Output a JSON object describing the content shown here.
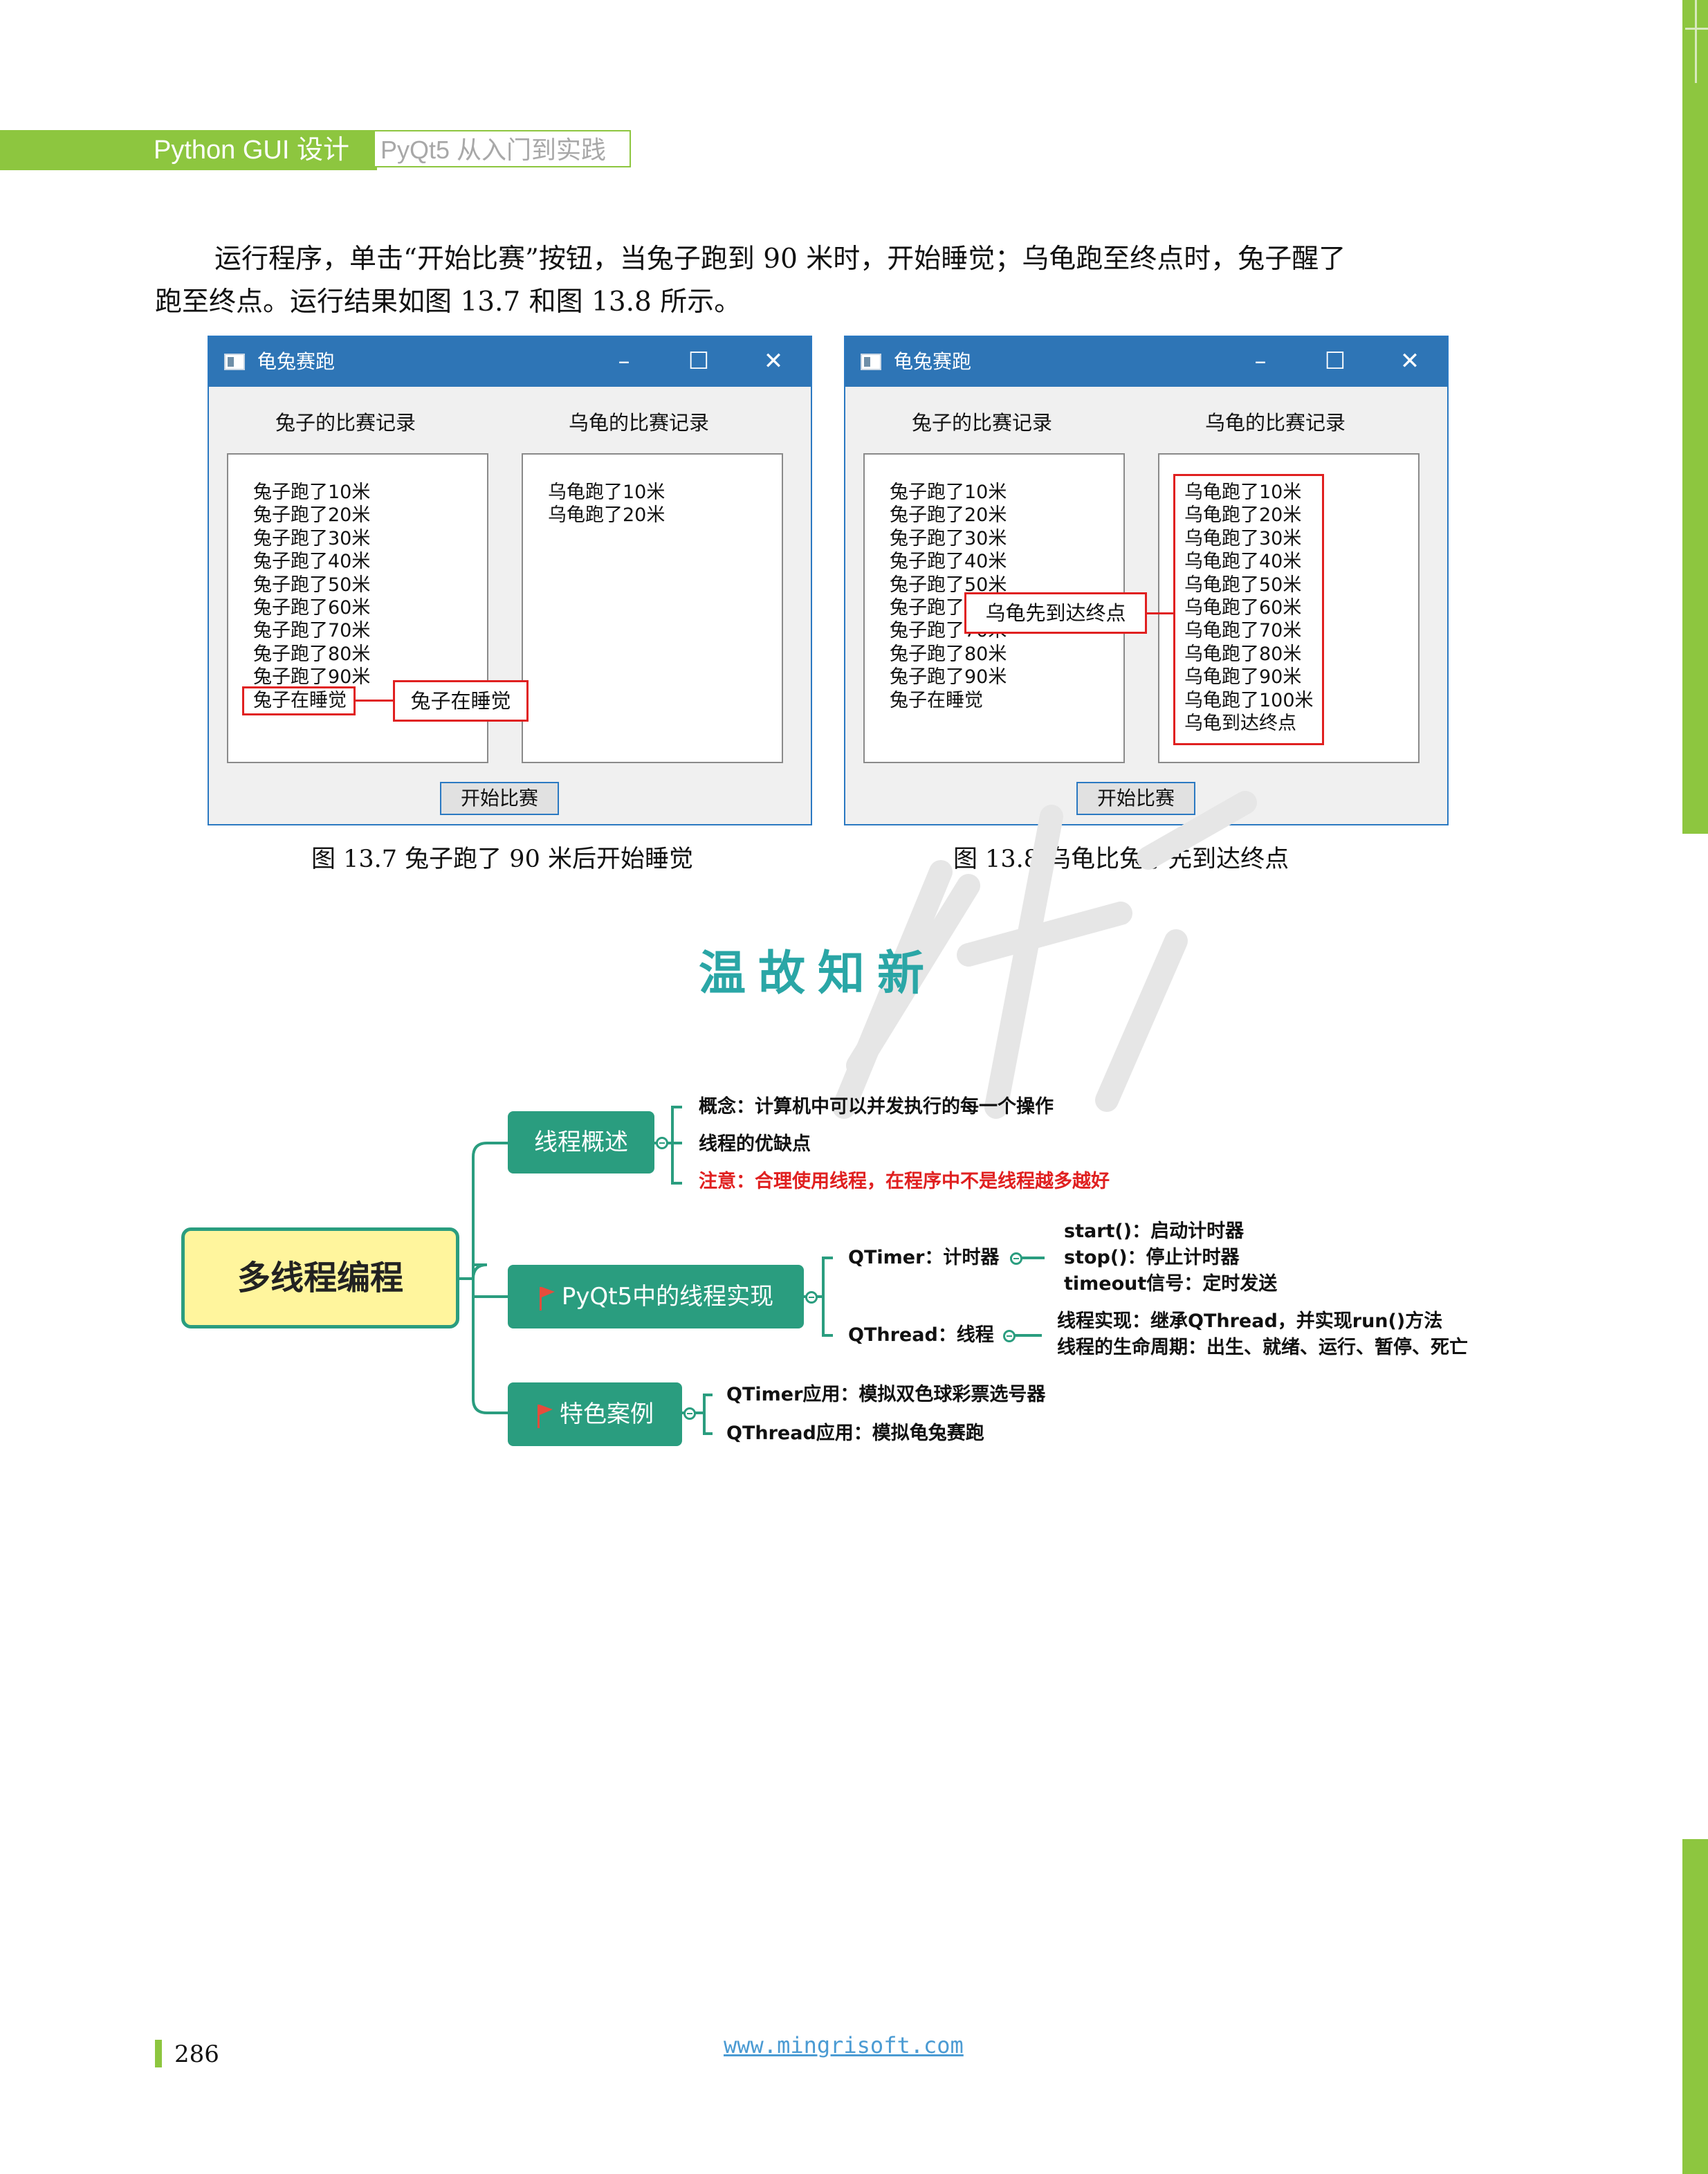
{
  "header": {
    "title": "Python GUI 设计",
    "subtitle": "PyQt5 从入门到实践"
  },
  "body": {
    "line1": "运行程序，单击“开始比赛”按钮，当兔子跑到 90 米时，开始睡觉；乌龟跑至终点时，兔子醒了",
    "line2": "跑至终点。运行结果如图 13.7 和图 13.8 所示。"
  },
  "window_left": {
    "title": "龟兔赛跑",
    "rabbit_header": "兔子的比赛记录",
    "turtle_header": "乌龟的比赛记录",
    "rabbit_log": [
      "兔子跑了10米",
      "兔子跑了20米",
      "兔子跑了30米",
      "兔子跑了40米",
      "兔子跑了50米",
      "兔子跑了60米",
      "兔子跑了70米",
      "兔子跑了80米",
      "兔子跑了90米",
      "兔子在睡觉"
    ],
    "turtle_log": [
      "乌龟跑了10米",
      "乌龟跑了20米"
    ],
    "start_button": "开始比赛",
    "callout": "兔子在睡觉"
  },
  "window_right": {
    "title": "龟兔赛跑",
    "rabbit_header": "兔子的比赛记录",
    "turtle_header": "乌龟的比赛记录",
    "rabbit_log": [
      "兔子跑了10米",
      "兔子跑了20米",
      "兔子跑了30米",
      "兔子跑了40米",
      "兔子跑了50米",
      "兔子跑了60米",
      "兔子跑了70米",
      "兔子跑了80米",
      "兔子跑了90米",
      "兔子在睡觉"
    ],
    "turtle_log": [
      "乌龟跑了10米",
      "乌龟跑了20米",
      "乌龟跑了30米",
      "乌龟跑了40米",
      "乌龟跑了50米",
      "乌龟跑了60米",
      "乌龟跑了70米",
      "乌龟跑了80米",
      "乌龟跑了90米",
      "乌龟跑了100米",
      "乌龟到达终点"
    ],
    "start_button": "开始比赛",
    "callout": "乌龟先到达终点"
  },
  "captions": {
    "fig1": "图 13.7  兔子跑了 90 米后开始睡觉",
    "fig2": "图 13.8  乌龟比兔子先到达终点"
  },
  "review": {
    "title": "温故知新",
    "root": "多线程编程",
    "branch1": {
      "label": "线程概述",
      "leaves": [
        "概念：计算机中可以并发执行的每一个操作",
        "线程的优缺点",
        "注意：合理使用线程，在程序中不是线程越多越好"
      ]
    },
    "branch2": {
      "label": "PyQt5中的线程实现",
      "qtimer": {
        "label": "QTimer：计时器",
        "leaves": [
          "start()：启动计时器",
          "stop()：停止计时器",
          "timeout信号：定时发送"
        ]
      },
      "qthread": {
        "label": "QThread：线程",
        "leaves": [
          "线程实现：继承QThread，并实现run()方法",
          "线程的生命周期：出生、就绪、运行、暂停、死亡"
        ]
      }
    },
    "branch3": {
      "label": "特色案例",
      "leaves": [
        "QTimer应用：模拟双色球彩票选号器",
        "QThread应用：模拟龟兔赛跑"
      ]
    }
  },
  "footer": {
    "page_number": "286",
    "url": "www.mingrisoft.com"
  },
  "colors": {
    "brand_green": "#8dc63f",
    "window_blue": "#2e75b6",
    "highlight_red": "#e02020",
    "mindmap_teal": "#2a9d7f",
    "title_teal": "#2aa6a6"
  }
}
